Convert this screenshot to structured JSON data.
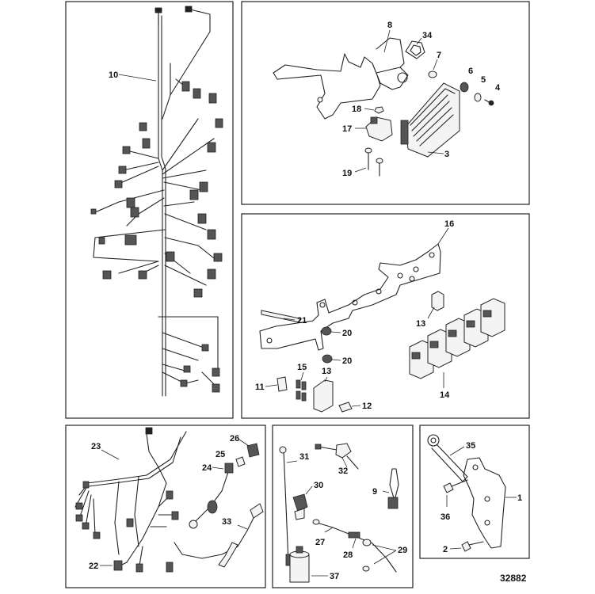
{
  "diagram": {
    "reference_number": "32882",
    "callouts": {
      "c1": "1",
      "c2": "2",
      "c3": "3",
      "c4": "4",
      "c5": "5",
      "c6": "6",
      "c7": "7",
      "c8": "8",
      "c9": "9",
      "c10": "10",
      "c11": "11",
      "c12": "12",
      "c13a": "13",
      "c13b": "13",
      "c14": "14",
      "c15": "15",
      "c16": "16",
      "c17": "17",
      "c18": "18",
      "c19": "19",
      "c20a": "20",
      "c20b": "20",
      "c21": "21",
      "c22": "22",
      "c23": "23",
      "c24": "24",
      "c25": "25",
      "c26": "26",
      "c27": "27",
      "c28": "28",
      "c29": "29",
      "c30": "30",
      "c31": "31",
      "c32": "32",
      "c33": "33",
      "c34": "34",
      "c35": "35",
      "c36": "36",
      "c37": "37"
    }
  }
}
